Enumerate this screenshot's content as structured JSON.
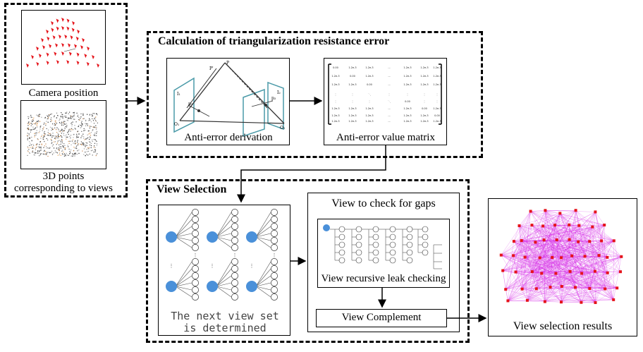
{
  "left_panel": {
    "camera_caption": "Camera position",
    "points_caption_line1": "3D points",
    "points_caption_line2": "corresponding to views"
  },
  "triangulation_section": {
    "title": "Calculation of triangularization resistance error",
    "derivation_caption": "Anti-error derivation",
    "matrix_caption": "Anti-error value matrix"
  },
  "view_selection_section": {
    "title": "View Selection",
    "next_view_set_line1": "The next view set",
    "next_view_set_line2": "is determined",
    "gap_check_title": "View to check for gaps",
    "recursive_caption": "View recursive leak checking",
    "complement_label": "View Complement"
  },
  "results_caption": "View selection results",
  "colors": {
    "camera_red": "#e5141b",
    "node_blue": "#4a90d9",
    "graph_magenta": "#d21ee6",
    "plane_teal": "#4a9aa8"
  }
}
